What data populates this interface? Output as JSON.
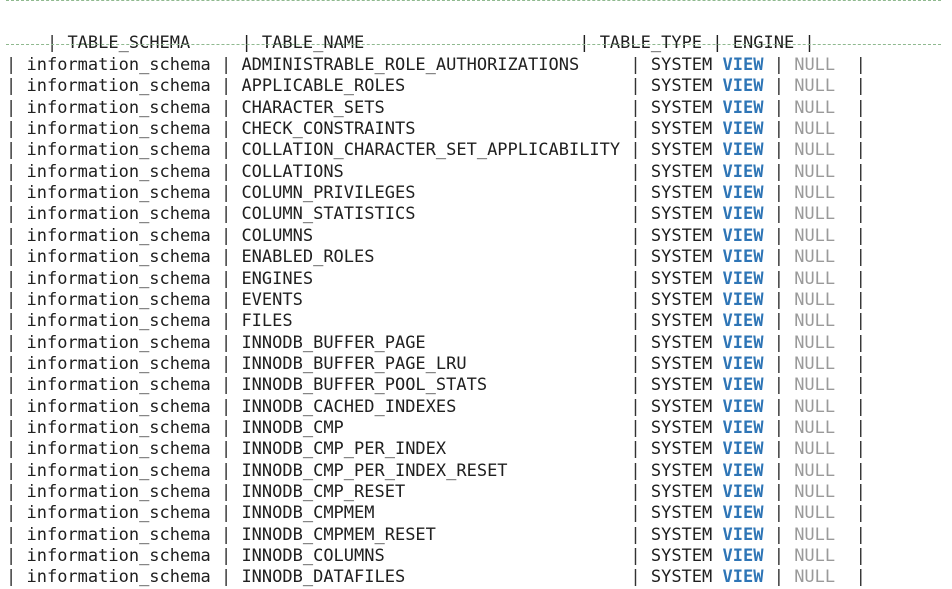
{
  "header": {
    "columns": [
      "TABLE_SCHEMA",
      "TABLE_NAME",
      "TABLE_TYPE",
      "ENGINE"
    ]
  },
  "rows": [
    {
      "schema": "information_schema",
      "name": "ADMINISTRABLE_ROLE_AUTHORIZATIONS",
      "type_word": "SYSTEM",
      "type_kw": "VIEW",
      "engine": "NULL"
    },
    {
      "schema": "information_schema",
      "name": "APPLICABLE_ROLES",
      "type_word": "SYSTEM",
      "type_kw": "VIEW",
      "engine": "NULL"
    },
    {
      "schema": "information_schema",
      "name": "CHARACTER_SETS",
      "type_word": "SYSTEM",
      "type_kw": "VIEW",
      "engine": "NULL"
    },
    {
      "schema": "information_schema",
      "name": "CHECK_CONSTRAINTS",
      "type_word": "SYSTEM",
      "type_kw": "VIEW",
      "engine": "NULL"
    },
    {
      "schema": "information_schema",
      "name": "COLLATION_CHARACTER_SET_APPLICABILITY",
      "type_word": "SYSTEM",
      "type_kw": "VIEW",
      "engine": "NULL"
    },
    {
      "schema": "information_schema",
      "name": "COLLATIONS",
      "type_word": "SYSTEM",
      "type_kw": "VIEW",
      "engine": "NULL"
    },
    {
      "schema": "information_schema",
      "name": "COLUMN_PRIVILEGES",
      "type_word": "SYSTEM",
      "type_kw": "VIEW",
      "engine": "NULL"
    },
    {
      "schema": "information_schema",
      "name": "COLUMN_STATISTICS",
      "type_word": "SYSTEM",
      "type_kw": "VIEW",
      "engine": "NULL"
    },
    {
      "schema": "information_schema",
      "name": "COLUMNS",
      "type_word": "SYSTEM",
      "type_kw": "VIEW",
      "engine": "NULL"
    },
    {
      "schema": "information_schema",
      "name": "ENABLED_ROLES",
      "type_word": "SYSTEM",
      "type_kw": "VIEW",
      "engine": "NULL"
    },
    {
      "schema": "information_schema",
      "name": "ENGINES",
      "type_word": "SYSTEM",
      "type_kw": "VIEW",
      "engine": "NULL"
    },
    {
      "schema": "information_schema",
      "name": "EVENTS",
      "type_word": "SYSTEM",
      "type_kw": "VIEW",
      "engine": "NULL"
    },
    {
      "schema": "information_schema",
      "name": "FILES",
      "type_word": "SYSTEM",
      "type_kw": "VIEW",
      "engine": "NULL"
    },
    {
      "schema": "information_schema",
      "name": "INNODB_BUFFER_PAGE",
      "type_word": "SYSTEM",
      "type_kw": "VIEW",
      "engine": "NULL"
    },
    {
      "schema": "information_schema",
      "name": "INNODB_BUFFER_PAGE_LRU",
      "type_word": "SYSTEM",
      "type_kw": "VIEW",
      "engine": "NULL"
    },
    {
      "schema": "information_schema",
      "name": "INNODB_BUFFER_POOL_STATS",
      "type_word": "SYSTEM",
      "type_kw": "VIEW",
      "engine": "NULL"
    },
    {
      "schema": "information_schema",
      "name": "INNODB_CACHED_INDEXES",
      "type_word": "SYSTEM",
      "type_kw": "VIEW",
      "engine": "NULL"
    },
    {
      "schema": "information_schema",
      "name": "INNODB_CMP",
      "type_word": "SYSTEM",
      "type_kw": "VIEW",
      "engine": "NULL"
    },
    {
      "schema": "information_schema",
      "name": "INNODB_CMP_PER_INDEX",
      "type_word": "SYSTEM",
      "type_kw": "VIEW",
      "engine": "NULL"
    },
    {
      "schema": "information_schema",
      "name": "INNODB_CMP_PER_INDEX_RESET",
      "type_word": "SYSTEM",
      "type_kw": "VIEW",
      "engine": "NULL"
    },
    {
      "schema": "information_schema",
      "name": "INNODB_CMP_RESET",
      "type_word": "SYSTEM",
      "type_kw": "VIEW",
      "engine": "NULL"
    },
    {
      "schema": "information_schema",
      "name": "INNODB_CMPMEM",
      "type_word": "SYSTEM",
      "type_kw": "VIEW",
      "engine": "NULL"
    },
    {
      "schema": "information_schema",
      "name": "INNODB_CMPMEM_RESET",
      "type_word": "SYSTEM",
      "type_kw": "VIEW",
      "engine": "NULL"
    },
    {
      "schema": "information_schema",
      "name": "INNODB_COLUMNS",
      "type_word": "SYSTEM",
      "type_kw": "VIEW",
      "engine": "NULL"
    },
    {
      "schema": "information_schema",
      "name": "INNODB_DATAFILES",
      "type_word": "SYSTEM",
      "type_kw": "VIEW",
      "engine": "NULL"
    }
  ],
  "colors": {
    "view_keyword": "#2e75b6",
    "null_value": "#9a9a9a",
    "border": "#8fb98f"
  }
}
